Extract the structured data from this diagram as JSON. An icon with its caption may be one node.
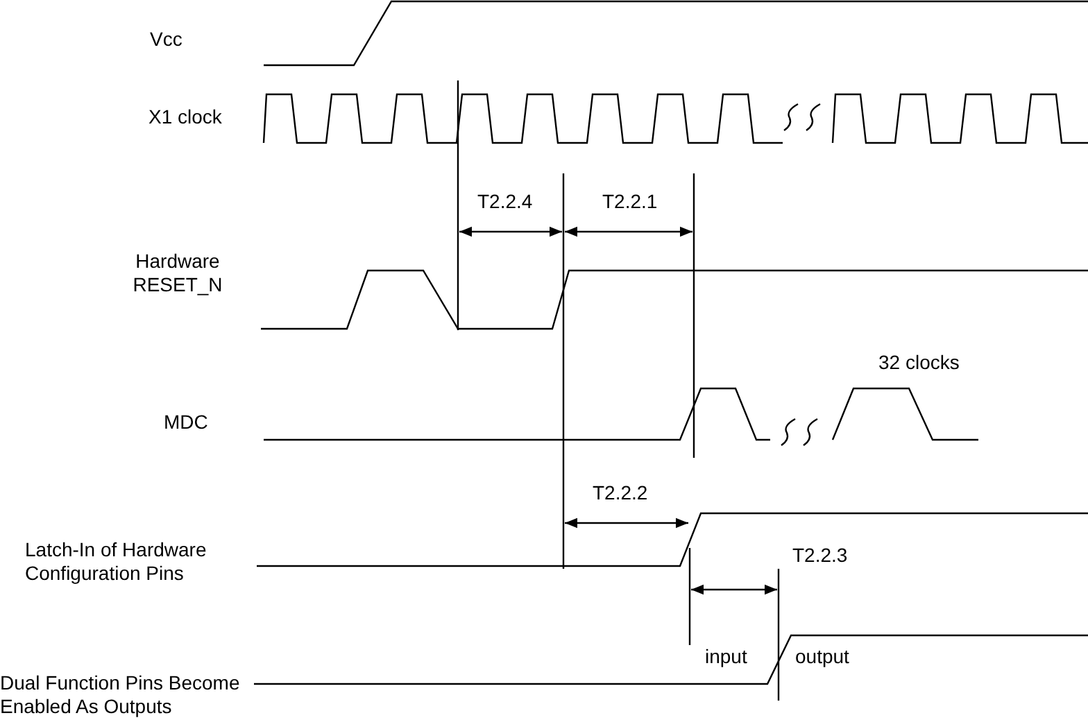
{
  "diagram": {
    "labels": [
      "Vcc",
      "X1 clock",
      "T2.2.4",
      "T2.2.1",
      "Hardware RESET_N",
      "32 clocks",
      "MDC",
      "T2.2.2",
      "Latch-In of Hardware Configuration Pins",
      "T2.2.3",
      "input",
      "output",
      "Dual Function Pins Become Enabled As Outputs"
    ]
  }
}
